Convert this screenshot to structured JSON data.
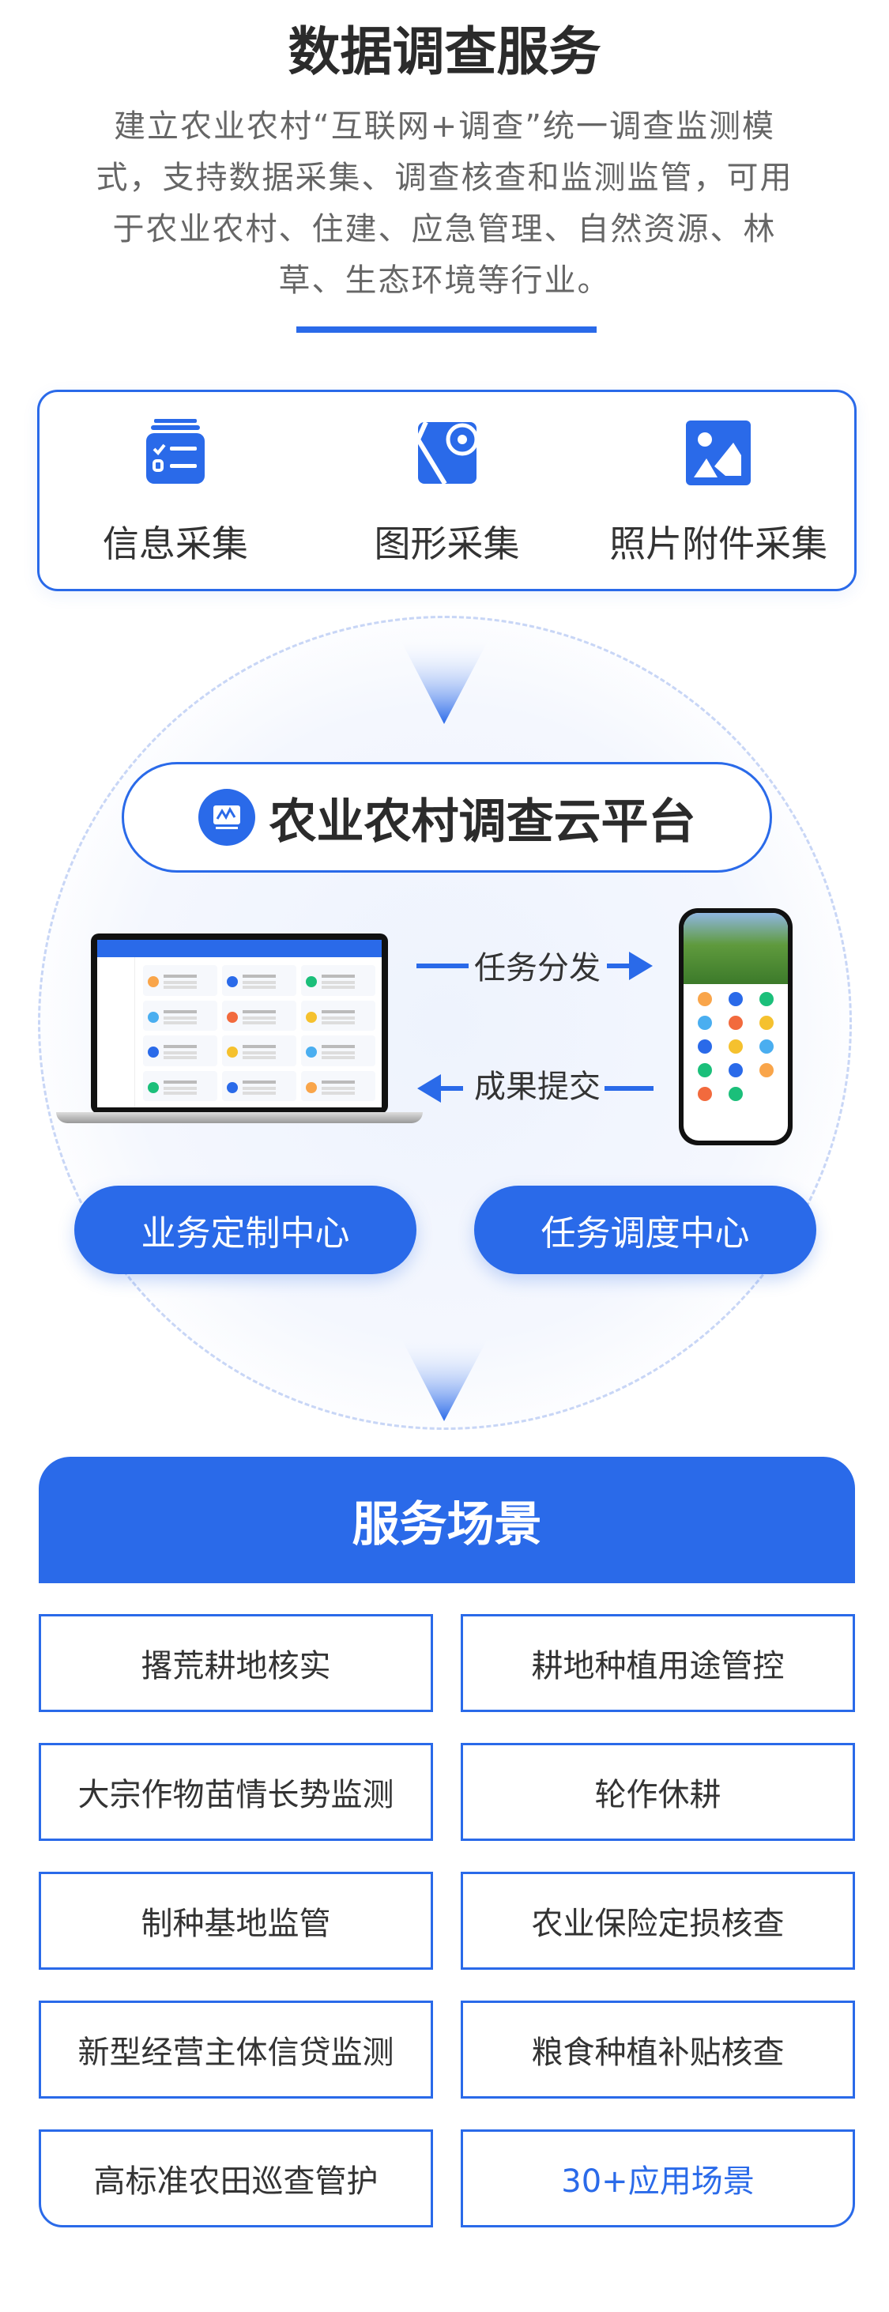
{
  "header": {
    "title": "数据调查服务",
    "description": "建立农业农村“互联网+调查”统一调查监测模式，支持数据采集、调查核查和监测监管，可用于农业农村、住建、应急管理、自然资源、林草、生态环境等行业。"
  },
  "collection": [
    {
      "label": "信息采集",
      "icon": "checklist-icon"
    },
    {
      "label": "图形采集",
      "icon": "map-pin-icon"
    },
    {
      "label": "照片附件采集",
      "icon": "image-icon"
    }
  ],
  "platform": {
    "title": "农业农村调查云平台",
    "dispatch_label": "任务分发",
    "submit_label": "成果提交",
    "left_center": "业务定制中心",
    "right_center": "任务调度中心"
  },
  "scenes": {
    "title": "服务场景",
    "items": [
      "撂荒耕地核实",
      "耕地种植用途管控",
      "大宗作物苗情长势监测",
      "轮作休耕",
      "制种基地监管",
      "农业保险定损核查",
      "新型经营主体信贷监测",
      "粮食种植补贴核查",
      "高标准农田巡查管护",
      "30+应用场景"
    ]
  },
  "colors": {
    "accent": "#2a6ae9"
  }
}
